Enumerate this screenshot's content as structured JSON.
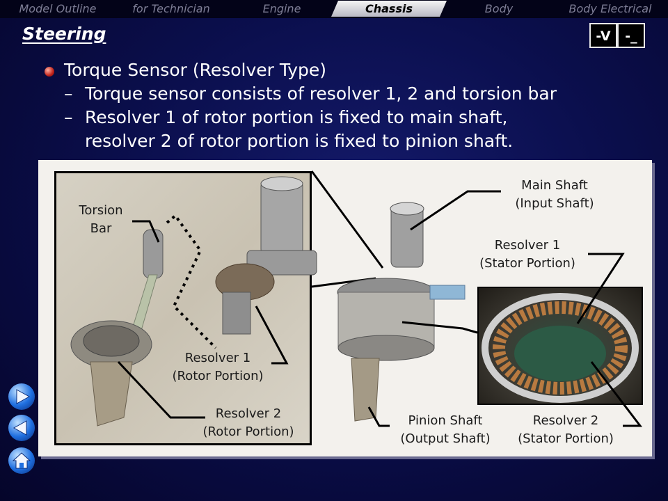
{
  "nav": {
    "tabs": [
      {
        "label": "Model Outline"
      },
      {
        "label": "for Technician"
      },
      {
        "label": "Engine"
      },
      {
        "label": "Chassis"
      },
      {
        "label": "Body"
      },
      {
        "label": "Body Electrical"
      }
    ],
    "active_tab": "Chassis"
  },
  "header": {
    "title": "Steering",
    "btn_v": "-V",
    "btn_min": "-_"
  },
  "content": {
    "heading": "Torque Sensor (Resolver Type)",
    "sub1": "Torque sensor consists of resolver 1, 2 and torsion bar",
    "sub2_line1": "Resolver 1 of rotor portion is fixed to main shaft,",
    "sub2_line2": "resolver 2 of rotor portion is fixed to pinion shaft.",
    "dash": "–"
  },
  "figure": {
    "torsion_bar_l1": "Torsion",
    "torsion_bar_l2": "Bar",
    "resolver1_rotor_l1": "Resolver 1",
    "resolver1_rotor_l2": "(Rotor Portion)",
    "resolver2_rotor_l1": "Resolver 2",
    "resolver2_rotor_l2": "(Rotor Portion)",
    "main_shaft_l1": "Main Shaft",
    "main_shaft_l2": "(Input Shaft)",
    "resolver1_stator_l1": "Resolver 1",
    "resolver1_stator_l2": "(Stator Portion)",
    "pinion_shaft_l1": "Pinion Shaft",
    "pinion_shaft_l2": "(Output Shaft)",
    "resolver2_stator_l1": "Resolver 2",
    "resolver2_stator_l2": "(Stator Portion)"
  },
  "colors": {
    "background": "#0b0f4e",
    "panel": "#f3f1ed",
    "side_button": "#1f6fe0"
  },
  "side_nav": [
    "forward-icon",
    "back-icon",
    "home-icon"
  ]
}
